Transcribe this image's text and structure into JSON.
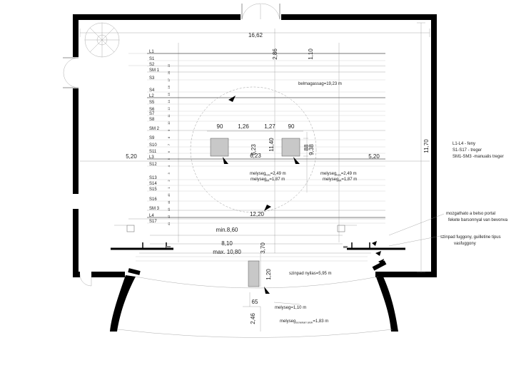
{
  "dimensions": {
    "outer_width": "16,62",
    "top_gap": "2,86",
    "top_gap_right": "1,10",
    "left_side": "5,20",
    "right_side": "5,20",
    "depth_right": "11,70",
    "center_depth": "11,40",
    "inner_depth": "9,38",
    "radius_center": "6,23",
    "radius_label": "6,23",
    "trap_gap": "1,27",
    "trap_left_offset": "1,26",
    "trap_w_left": "90",
    "trap_w_right": "90",
    "trap_h": "88",
    "stage_width": "12,20",
    "min_width": "min.8,60",
    "portal_width": "8,10",
    "max_width": "max. 10,80",
    "apron_gap": "3,70",
    "front_trap_depth": "1,20",
    "front_trap_width": "65",
    "orchestra_depth": "2,46"
  },
  "rows": {
    "labels": [
      "L1",
      "S1",
      "S2",
      "SM 1",
      "S3",
      "S4",
      "L2",
      "S5",
      "S6",
      "S7",
      "S8",
      "SM 2",
      "S9",
      "S10",
      "S11",
      "L3",
      "S12",
      "S13",
      "S14",
      "S15",
      "S16",
      "SM 3",
      "L4",
      "S17"
    ],
    "numbers": [
      "22",
      "20",
      "17",
      "16",
      "15",
      "14",
      "12",
      "11",
      "10",
      "9",
      "8",
      "7",
      "6",
      "5",
      "4",
      "3",
      "2",
      "1",
      "45",
      "44",
      "43",
      "42",
      "41"
    ]
  },
  "notes": {
    "belmagassag": "belmagassag=19,23 m",
    "melyseg_left_1": "melyseg",
    "melyseg_left_1_sub": "tolo",
    "melyseg_left_1_val": "=2,49 m",
    "melyseg_left_2": "melyseg",
    "melyseg_left_2_sub": "lift",
    "melyseg_left_2_val": "=1,87 m",
    "melyseg_right_1": "melyseg",
    "melyseg_right_1_sub": "tolo",
    "melyseg_right_1_val": "=2,49 m",
    "melyseg_right_2": "melyseg",
    "melyseg_right_2_sub": "lift",
    "melyseg_right_2_val": "=1,87 m",
    "szinpad_nyilas": "szinpad nyilas=5,95 m",
    "melyseg_front": "melyseg=1,10 m",
    "melyseg_zenekari": "melyseg",
    "melyseg_zenekari_sub": "zenekari arok",
    "melyseg_zenekari_val": "=1,83 m"
  },
  "legend": {
    "line1": "L1-L4 - feny",
    "line2": "S1-S17 - treger",
    "line3": "SM1-SM3 -manualis treger"
  },
  "annotations": {
    "portal_1": "mozgathato a belso portal",
    "portal_2": "fekete barsonnyal van bevonva",
    "curtain_1": "szinpad fuggony, guilletine tipus",
    "curtain_2": "vasfuggony"
  }
}
